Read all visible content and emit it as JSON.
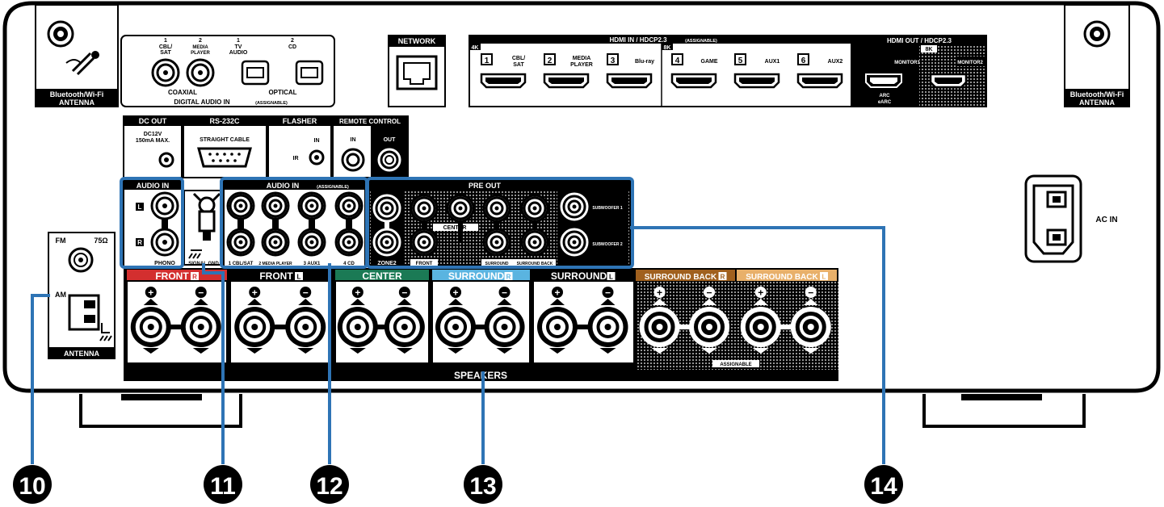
{
  "bt_antenna_left": {
    "line1": "Bluetooth/Wi-Fi",
    "line2": "ANTENNA"
  },
  "bt_antenna_right": {
    "line1": "Bluetooth/Wi-Fi",
    "line2": "ANTENNA"
  },
  "digital_audio": {
    "title": "DIGITAL AUDIO IN",
    "title_small": "(ASSIGNABLE)",
    "coaxial": "COAXIAL",
    "optical": "OPTICAL",
    "inputs": [
      {
        "num": "1",
        "name1": "CBL/",
        "name2": "SAT"
      },
      {
        "num": "2",
        "name1": "MEDIA",
        "name2": "PLAYER"
      },
      {
        "num": "1",
        "name1": "TV",
        "name2": "AUDIO"
      },
      {
        "num": "2",
        "name1": "CD",
        "name2": ""
      }
    ]
  },
  "network": "NETWORK",
  "hdmi_in": {
    "title": "HDMI IN / HDCP2.3",
    "title_small": "(ASSIGNABLE)",
    "badge_4k": "4K",
    "badge_8k": "8K",
    "inputs": [
      {
        "num": "1",
        "l1": "CBL/",
        "l2": "SAT"
      },
      {
        "num": "2",
        "l1": "MEDIA",
        "l2": "PLAYER"
      },
      {
        "num": "3",
        "l1": "Blu-ray",
        "l2": ""
      },
      {
        "num": "4",
        "l1": "GAME",
        "l2": ""
      },
      {
        "num": "5",
        "l1": "AUX1",
        "l2": ""
      },
      {
        "num": "6",
        "l1": "AUX2",
        "l2": ""
      }
    ]
  },
  "hdmi_out": {
    "title": "HDMI OUT / HDCP2.3",
    "badge_8k": "8K",
    "monitor1": "MONITOR1",
    "monitor2": "MONITOR2",
    "arc1": "ARC",
    "arc2": "eARC"
  },
  "dc_out": {
    "title": "DC OUT",
    "l1": "DC12V",
    "l2": "150mA MAX."
  },
  "rs232c": {
    "title": "RS-232C",
    "sub": "STRAIGHT CABLE"
  },
  "flasher": {
    "title": "FLASHER",
    "in": "IN",
    "ir": "IR"
  },
  "remote": {
    "title": "REMOTE CONTROL",
    "in": "IN",
    "out": "OUT"
  },
  "audio_in_phono": {
    "title": "AUDIO IN",
    "l": "L",
    "r": "R",
    "phono": "PHONO",
    "signal_gnd": "SIGNAL GND"
  },
  "audio_in_assign": {
    "title": "AUDIO IN",
    "title_small": "(ASSIGNABLE)",
    "labels": [
      "1 CBL/SAT",
      "2 MEDIA PLAYER",
      "3 AUX1",
      "4 CD"
    ]
  },
  "pre_out": {
    "title": "PRE OUT",
    "zone2": "ZONE2",
    "front": "FRONT",
    "center": "CENTER",
    "surround": "SURROUND",
    "surround_back": "SURROUND BACK",
    "sub1": "SUBWOOFER 1",
    "sub2": "SUBWOOFER 2"
  },
  "antenna": {
    "fm": "FM",
    "ohm": "75Ω",
    "am": "AM",
    "title": "ANTENNA"
  },
  "ac_in": "AC IN",
  "speakers": {
    "title": "SPEAKERS",
    "assignable": "ASSIGNABLE",
    "channels": [
      {
        "label": "FRONT",
        "side": "R",
        "color": "#d32f2f"
      },
      {
        "label": "FRONT",
        "side": "L",
        "color": "#000000"
      },
      {
        "label": "CENTER",
        "side": "",
        "color": "#1b7a55"
      },
      {
        "label": "SURROUND",
        "side": "R",
        "color": "#5ab4e0"
      },
      {
        "label": "SURROUND",
        "side": "L",
        "color": "#000000"
      },
      {
        "label": "SURROUND BACK",
        "side": "R",
        "color": "#a0601e"
      },
      {
        "label": "SURROUND BACK",
        "side": "L",
        "color": "#e8b06a"
      }
    ]
  },
  "callouts": [
    "10",
    "11",
    "12",
    "13",
    "14"
  ],
  "colors": {
    "callout_line": "#2e74b5",
    "callout_circle": "#000000"
  }
}
